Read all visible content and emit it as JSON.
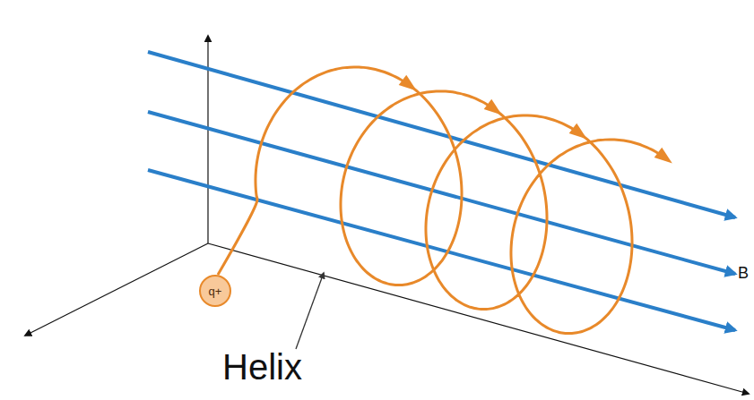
{
  "diagram": {
    "nodes": [
      {
        "text": [
          "q+"
        ]
      }
    ],
    "labels": [
      "B",
      "Helix"
    ]
  }
}
